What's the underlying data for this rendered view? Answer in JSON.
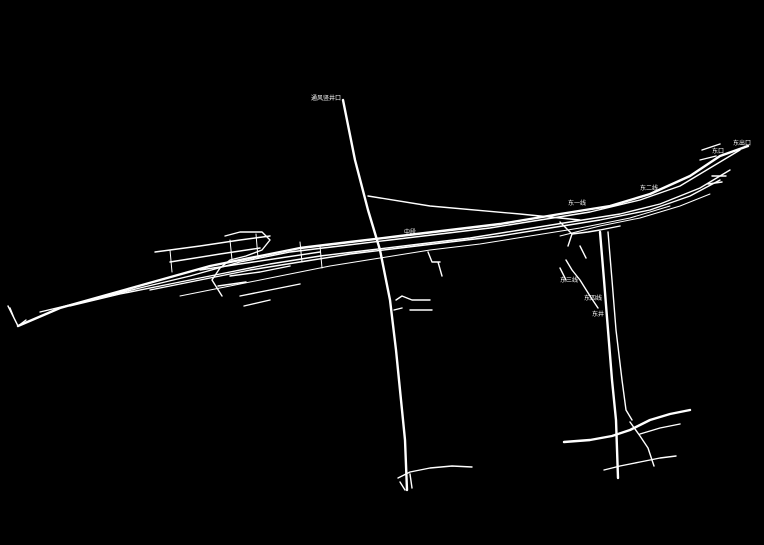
{
  "diagram": {
    "background_color": "#000000",
    "line_color": "#ffffff",
    "labels": {
      "shaft_top": "通风竖井口",
      "east_end": "东出口",
      "east_end_2": "东口",
      "cross_label": "东一线",
      "branch_label": "东二线",
      "south_label_1": "东三线",
      "south_label_2": "东四线",
      "south_label_3": "东井",
      "mid_label": "中段"
    }
  }
}
